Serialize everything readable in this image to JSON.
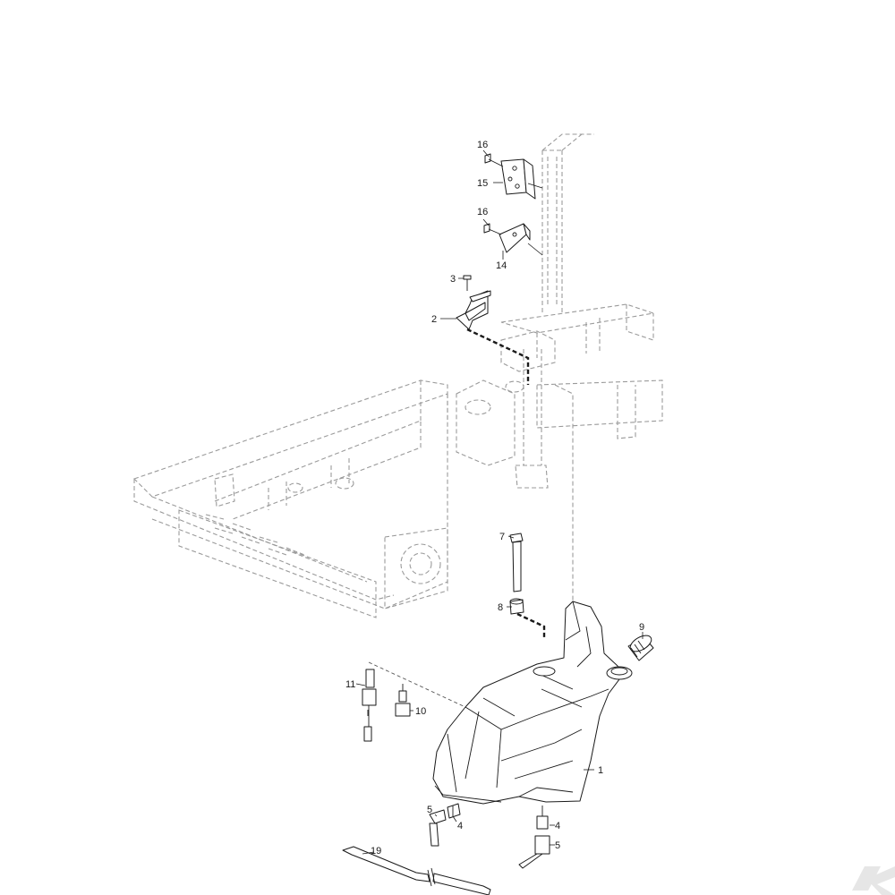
{
  "diagram": {
    "callouts": [
      {
        "id": "c16a",
        "label": "16"
      },
      {
        "id": "c15",
        "label": "15"
      },
      {
        "id": "c16b",
        "label": "16"
      },
      {
        "id": "c14",
        "label": "14"
      },
      {
        "id": "c3",
        "label": "3"
      },
      {
        "id": "c2",
        "label": "2"
      },
      {
        "id": "c7",
        "label": "7"
      },
      {
        "id": "c8",
        "label": "8"
      },
      {
        "id": "c9",
        "label": "9"
      },
      {
        "id": "c11",
        "label": "11"
      },
      {
        "id": "c10",
        "label": "10"
      },
      {
        "id": "c1",
        "label": "1"
      },
      {
        "id": "c5a",
        "label": "5"
      },
      {
        "id": "c4a",
        "label": "4"
      },
      {
        "id": "c4b",
        "label": "4"
      },
      {
        "id": "c5b",
        "label": "5"
      },
      {
        "id": "c19",
        "label": "19"
      }
    ],
    "brand_mark": {
      "icon": "k-logo-icon",
      "color": "#e6e6e6"
    }
  }
}
